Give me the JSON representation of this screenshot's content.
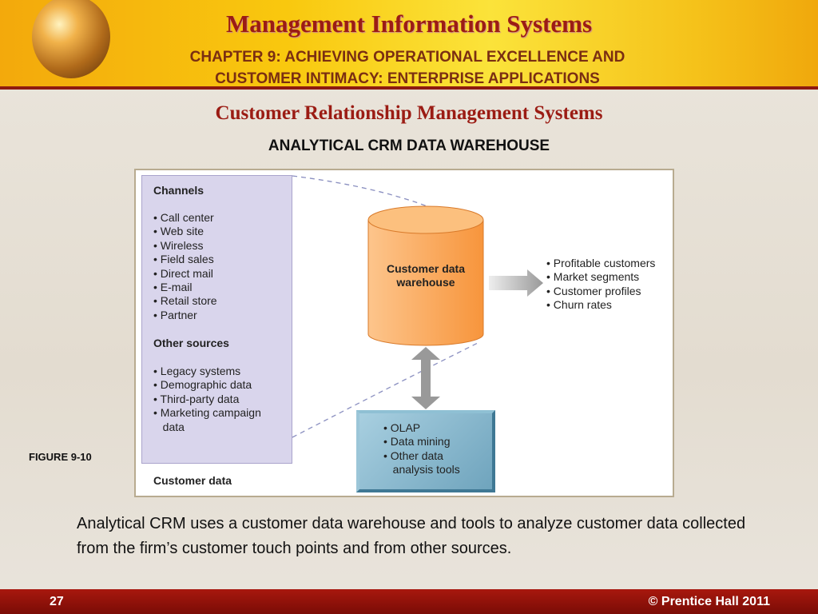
{
  "header": {
    "title": "Management Information Systems",
    "chapter_line1": "CHAPTER 9: ACHIEVING OPERATIONAL EXCELLENCE AND",
    "chapter_line2": "CUSTOMER INTIMACY: ENTERPRISE APPLICATIONS"
  },
  "slide": {
    "heading": "Customer Relationship Management Systems",
    "subheading": "ANALYTICAL CRM DATA WAREHOUSE",
    "figure_label": "FIGURE 9-10",
    "caption": "Analytical CRM uses a customer data warehouse and tools to analyze customer data collected from the firm’s customer touch points and from other sources."
  },
  "diagram": {
    "channels_title": "Channels",
    "channels": "• Call center\n• Web site\n• Wireless\n• Field sales\n• Direct mail\n• E-mail\n• Retail store\n• Partner",
    "other_title": "Other sources",
    "other": "• Legacy systems\n• Demographic data\n• Third-party data\n• Marketing campaign\n   data",
    "customer_data": "Customer data",
    "warehouse": "Customer data\nwarehouse",
    "outputs": "• Profitable customers\n• Market segments\n• Customer profiles\n• Churn rates",
    "tools": "• OLAP\n• Data mining\n• Other data\n   analysis tools"
  },
  "footer": {
    "page": "27",
    "copyright": "©  Prentice Hall 2011"
  },
  "colors": {
    "header_red": "#9b1c14",
    "footer": "#9a140b",
    "cylinder": "#f9a24a"
  }
}
